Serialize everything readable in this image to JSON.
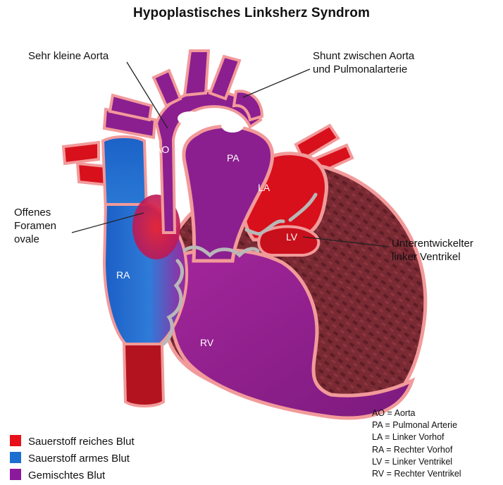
{
  "title": "Hypoplastisches Linksherz Syndrom",
  "callouts": {
    "aorta": "Sehr kleine Aorta",
    "shunt_line1": "Shunt zwischen Aorta",
    "shunt_line2": "und Pulmonalarterie",
    "foramen_line1": "Offenes",
    "foramen_line2": "Foramen",
    "foramen_line3": "ovale",
    "lv_line1": "Unterentwickelter",
    "lv_line2": "linker Ventrikel"
  },
  "chambers": {
    "ao": "AO",
    "pa": "PA",
    "la": "LA",
    "lv": "LV",
    "ra": "RA",
    "rv": "RV"
  },
  "legend": [
    {
      "label": "Sauerstoff reiches Blut",
      "color": "#e8101a"
    },
    {
      "label": "Sauerstoff armes Blut",
      "color": "#1c6fd0"
    },
    {
      "label": "Gemischtes Blut",
      "color": "#8b1a9c"
    }
  ],
  "abbreviations": [
    "AO = Aorta",
    "PA = Pulmonal Arterie",
    "LA = Linker Vorhof",
    "RA = Rechter Vorhof",
    "LV = Linker Ventrikel",
    "RV = Rechter Ventrikel"
  ]
}
